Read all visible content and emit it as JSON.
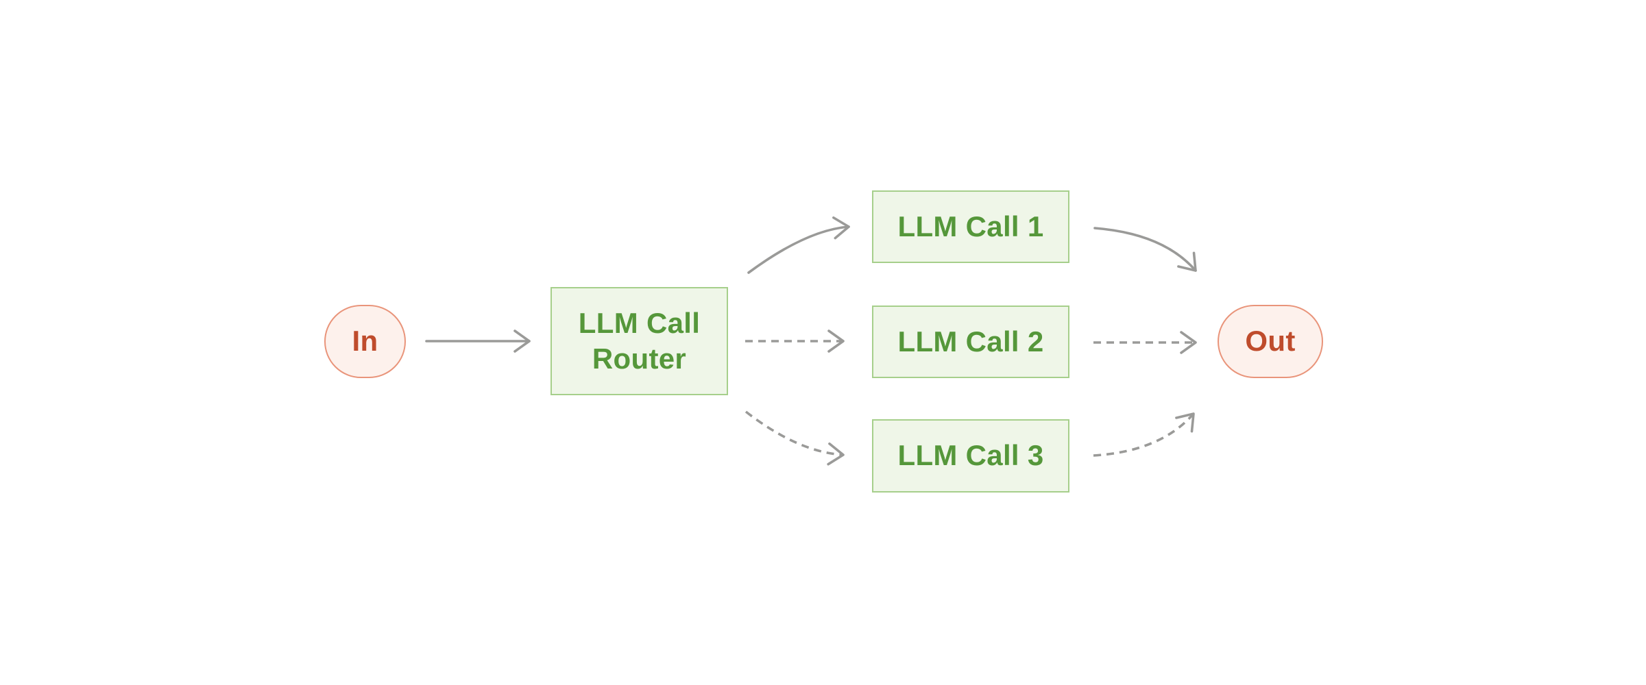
{
  "diagram": {
    "nodes": {
      "in": {
        "label": "In"
      },
      "router": {
        "label_line1": "LLM Call",
        "label_line2": "Router"
      },
      "call1": {
        "label": "LLM Call 1"
      },
      "call2": {
        "label": "LLM Call 2"
      },
      "call3": {
        "label": "LLM Call 3"
      },
      "out": {
        "label": "Out"
      }
    },
    "edges": [
      {
        "from": "in",
        "to": "router",
        "style": "solid"
      },
      {
        "from": "router",
        "to": "call1",
        "style": "solid"
      },
      {
        "from": "router",
        "to": "call2",
        "style": "dashed"
      },
      {
        "from": "router",
        "to": "call3",
        "style": "dashed"
      },
      {
        "from": "call1",
        "to": "out",
        "style": "solid"
      },
      {
        "from": "call2",
        "to": "out",
        "style": "dashed"
      },
      {
        "from": "call3",
        "to": "out",
        "style": "dashed"
      }
    ],
    "colors": {
      "background": "#ffffff",
      "process_fill": "#eff6e8",
      "process_border": "#a6cf8b",
      "process_text": "#55973a",
      "terminal_fill": "#fdf1ec",
      "terminal_border": "#e9947a",
      "terminal_text": "#bf4c2c",
      "arrow": "#9a9a98"
    }
  }
}
